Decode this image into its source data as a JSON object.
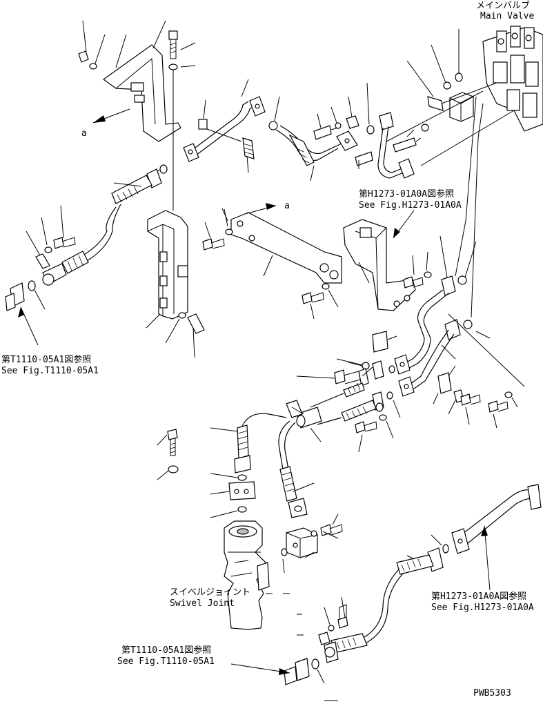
{
  "labels": {
    "main_valve_jp": "メインバルブ",
    "main_valve_en": "Main Valve",
    "view_a_left": "a",
    "view_a_right": "a",
    "ref_h1273_top_jp": "第H1273-01A0A図参照",
    "ref_h1273_top_en": "See Fig.H1273-01A0A",
    "ref_t1110_left_jp": "第T1110-05A1図参照",
    "ref_t1110_left_en": "See Fig.T1110-05A1",
    "swivel_jp": "スイベルジョイント",
    "swivel_en": "Swivel Joint",
    "ref_h1273_bottom_jp": "第H1273-01A0A図参照",
    "ref_h1273_bottom_en": "See Fig.H1273-01A0A",
    "ref_t1110_bottom_jp": "第T1110-05A1図参照",
    "ref_t1110_bottom_en": "See Fig.T1110-05A1",
    "drawing_no": "PWB5303"
  },
  "colors": {
    "line": "#000000",
    "background": "#ffffff"
  }
}
